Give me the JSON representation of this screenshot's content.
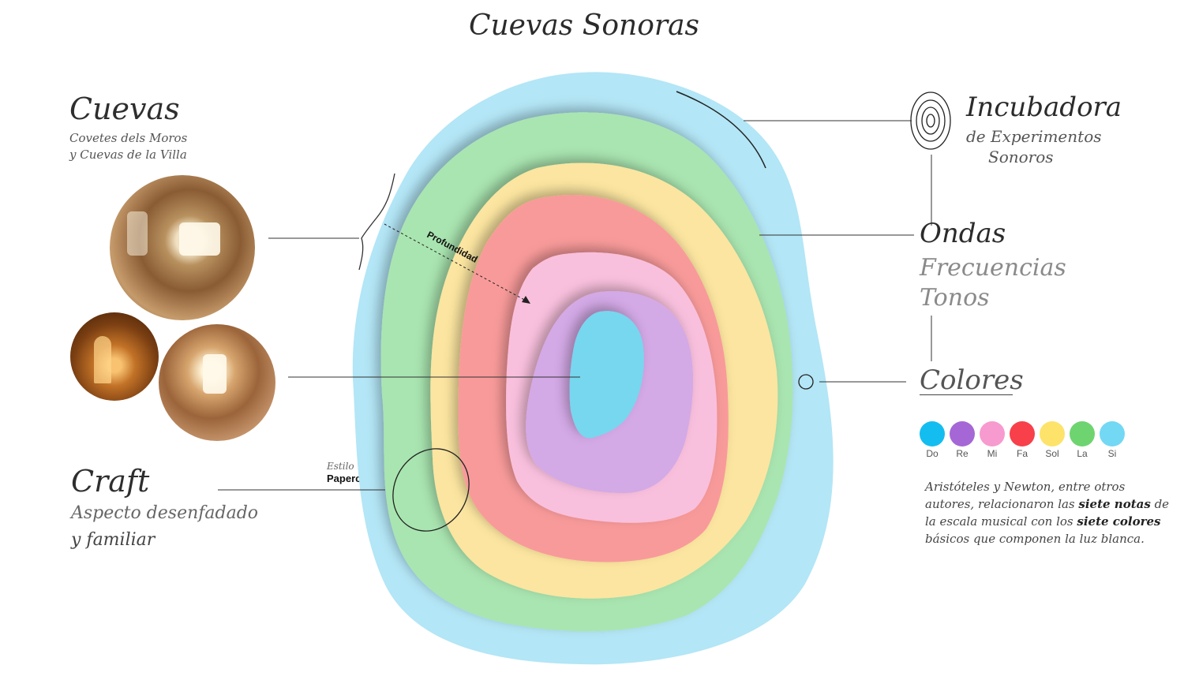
{
  "title": "Cuevas Sonoras",
  "cuevas": {
    "title": "Cuevas",
    "subtitle_line1": "Covetes dels Moros",
    "subtitle_line2": "y Cuevas de la Villa"
  },
  "craft": {
    "title": "Craft",
    "subtitle_line1": "Aspecto desenfadado",
    "subtitle_line2": "y familiar",
    "style_label": "Estilo",
    "style_value": "Papercut"
  },
  "diagram": {
    "depth_label": "Profundidad",
    "layer_colors": [
      "#b3e6f6",
      "#a9e5b0",
      "#fce5a0",
      "#f99a9a",
      "#f9c0dd",
      "#d3a9e6",
      "#76d7ee"
    ]
  },
  "incubadora": {
    "title": "Incubadora",
    "subtitle_line1": "de Experimentos",
    "subtitle_line2": "Sonoros",
    "icon": "concentric-rings-icon"
  },
  "ondas": {
    "title": "Ondas",
    "line1": "Frecuencias",
    "line2": "Tonos"
  },
  "colores": {
    "title": "Colores",
    "notes": [
      {
        "label": "Do",
        "color": "#14bdf0"
      },
      {
        "label": "Re",
        "color": "#a567d6"
      },
      {
        "label": "Mi",
        "color": "#f79ad0"
      },
      {
        "label": "Fa",
        "color": "#f7404a"
      },
      {
        "label": "Sol",
        "color": "#fde36a"
      },
      {
        "label": "La",
        "color": "#6ed46f"
      },
      {
        "label": "Si",
        "color": "#72d8f4"
      }
    ]
  },
  "note_text": {
    "part1": "Aristóteles y Newton, entre otros autores, relacionaron las ",
    "bold1": "siete notas",
    "part2": " de la escala musical con los ",
    "bold2": "siete colores",
    "part3": " básicos que componen la luz blanca."
  }
}
